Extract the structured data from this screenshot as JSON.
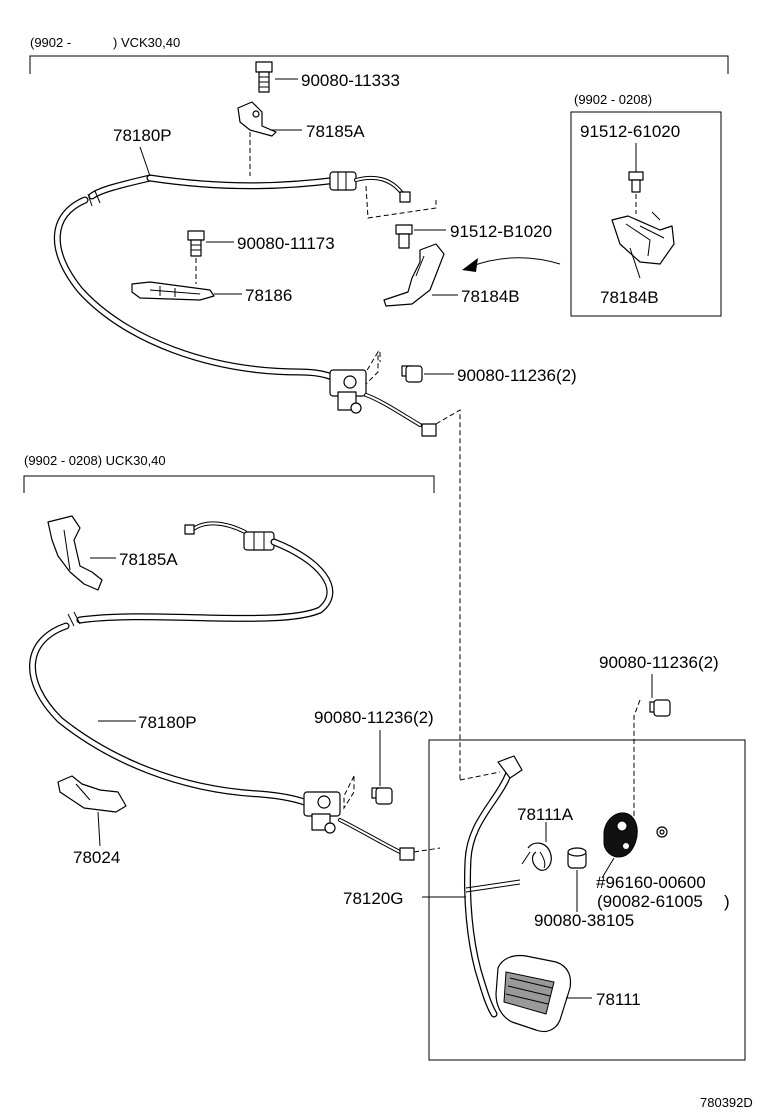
{
  "header_top": {
    "range": "(9902 -",
    "model": ") VCK30,40"
  },
  "inset_header": "(9902 - 0208)",
  "header_mid": "(9902 - 0208) UCK30,40",
  "labels": {
    "bolt_top": "90080-11333",
    "bracket_top": "78185A",
    "cable_top": "78180P",
    "bolt_mid": "90080-11173",
    "bracket_mid": "78186",
    "bolt_clip": "91512-B1020",
    "clip_main": "78184B",
    "bolt_inset": "91512-61020",
    "clip_inset": "78184B",
    "nut_top": "90080-11236(2)",
    "bracket_low": "78185A",
    "cable_low": "78180P",
    "nut_low": "90080-11236(2)",
    "bracket_78024": "78024",
    "nut_right": "90080-11236(2)",
    "spring": "78111A",
    "pedal_lever": "78120G",
    "stopper_a": "#96160-00600",
    "stopper_b": "(90082-61005",
    "stopper_c": ")",
    "bushing": "90080-38105",
    "pedal_pad": "78111",
    "drawing_code": "780392D"
  }
}
